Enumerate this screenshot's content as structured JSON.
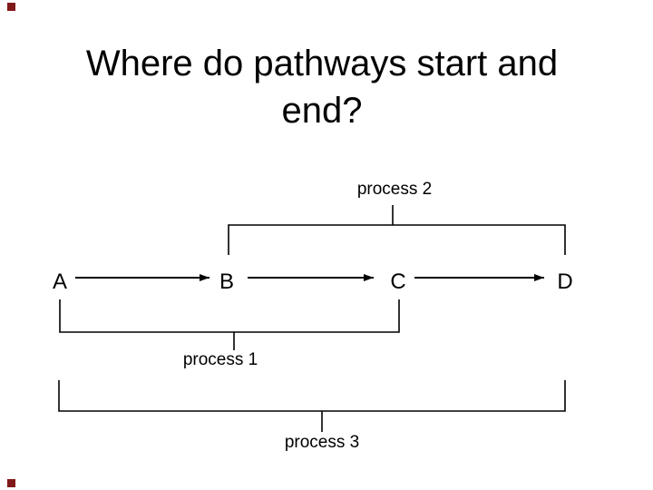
{
  "slide": {
    "title": {
      "line1": "Where do pathways start and",
      "line2": "end?"
    },
    "nodes": [
      {
        "label": "A"
      },
      {
        "label": "B"
      },
      {
        "label": "C"
      },
      {
        "label": "D"
      }
    ],
    "processes": {
      "p1": {
        "label": "process 1"
      },
      "p2": {
        "label": "process 2"
      },
      "p3": {
        "label": "process 3"
      }
    },
    "colors": {
      "background": "#ffffff",
      "ink": "#000000",
      "corner_marker": "#801919"
    }
  }
}
